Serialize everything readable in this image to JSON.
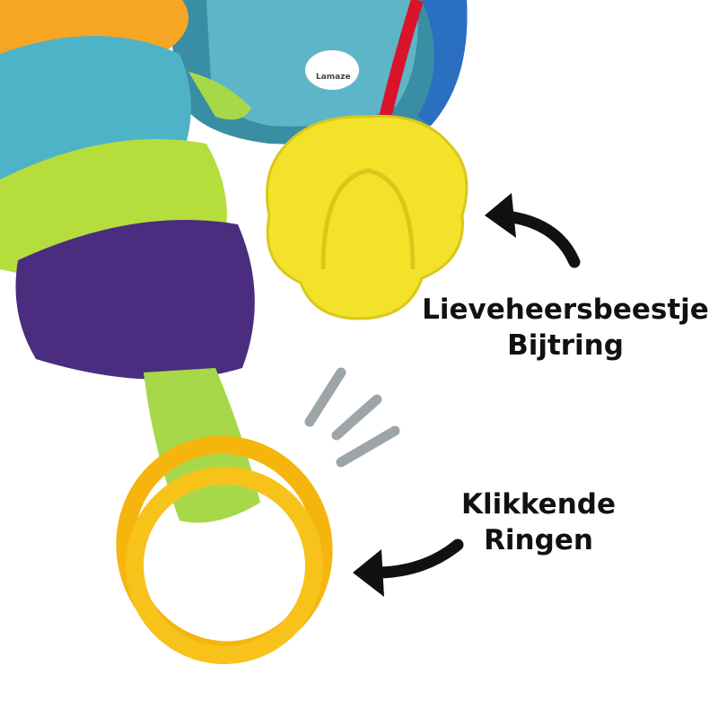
{
  "product_photo": {
    "logo_text": "Lamaze",
    "colors": {
      "orange": "#f6a623",
      "teal": "#4fb3c8",
      "lime": "#b5dd3c",
      "purple": "#4b2d7f",
      "green_strap": "#a6d84a",
      "pouch_blue": "#4aa3b8",
      "ribbon_red": "#d9142a",
      "teether_yellow": "#f2e22a",
      "rings_yellow": "#f5b50d",
      "arrow": "#111111",
      "motion_lines": "#9ea5a9"
    }
  },
  "annotations": [
    {
      "line1": "Lieveheersbeestje",
      "line2": "Bijtring"
    },
    {
      "line1": "Klikkende",
      "line2": "Ringen"
    }
  ]
}
